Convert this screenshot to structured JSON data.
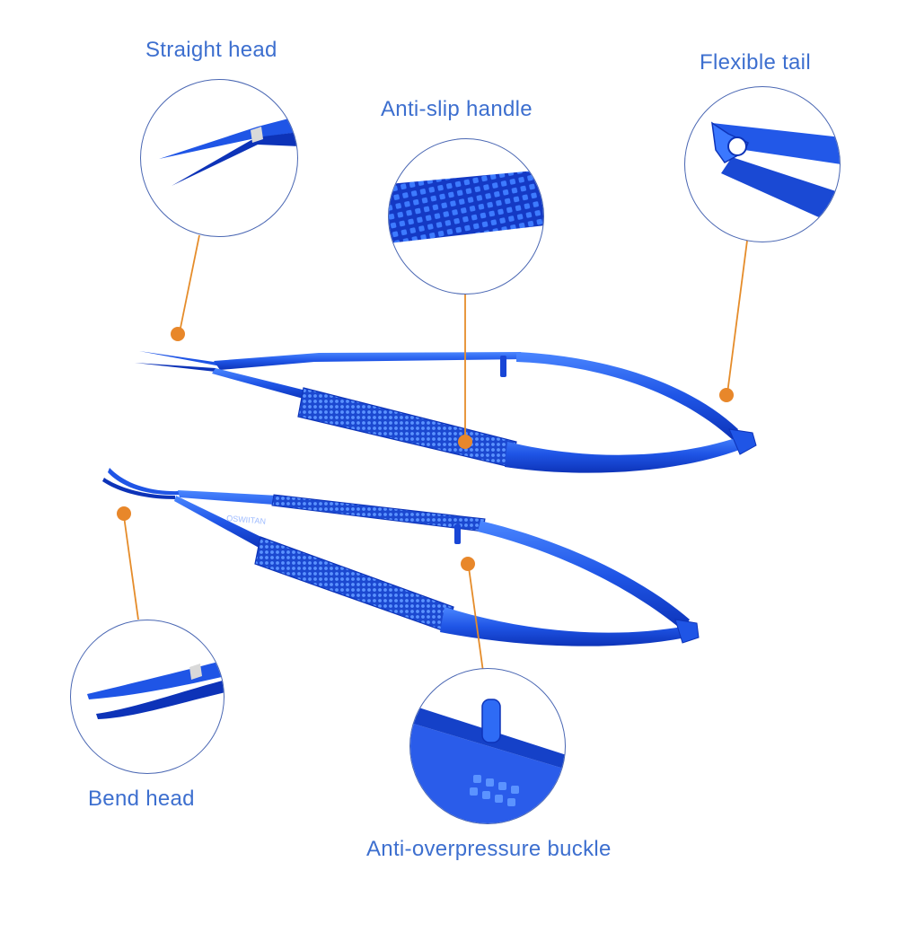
{
  "labels": {
    "straight_head": "Straight head",
    "anti_slip_handle": "Anti-slip handle",
    "flexible_tail": "Flexible tail",
    "bend_head": "Bend head",
    "anti_overpressure_buckle": "Anti-overpressure buckle"
  },
  "engraving": "OSWIITAN",
  "colors": {
    "label_text": "#3d6fcf",
    "circle_border": "#4a67b3",
    "leader_line": "#e58c2a",
    "dot": "#e8872a",
    "metal_dark": "#0d33b8",
    "metal_mid": "#1f55e6",
    "metal_light": "#4a86ff"
  }
}
